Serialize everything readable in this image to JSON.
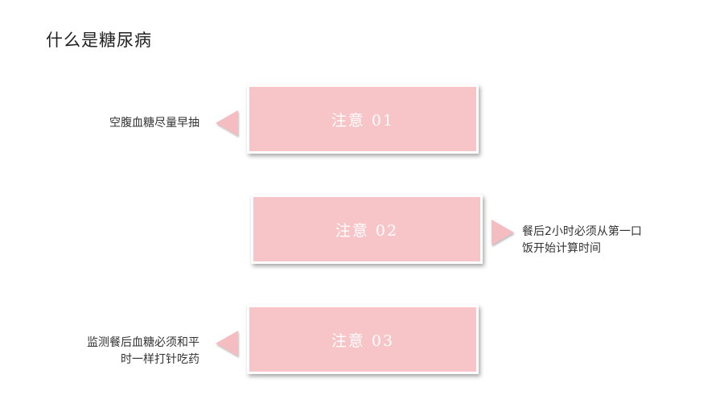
{
  "title": "什么是糖尿病",
  "cards": [
    {
      "label": "注意  01"
    },
    {
      "label": "注意  02"
    },
    {
      "label": "注意  03"
    }
  ],
  "notes": [
    {
      "lines": [
        "空腹血糖尽量早抽"
      ]
    },
    {
      "lines": [
        "餐后2小时必须从第一口",
        "饭开始计算时间"
      ]
    },
    {
      "lines": [
        "监测餐后血糖必须和平",
        "时一样打针吃药"
      ]
    }
  ],
  "colors": {
    "card_fill": "#f7c5c8",
    "arrow_fill": "#f4bdc1",
    "card_text": "#ffffff"
  }
}
